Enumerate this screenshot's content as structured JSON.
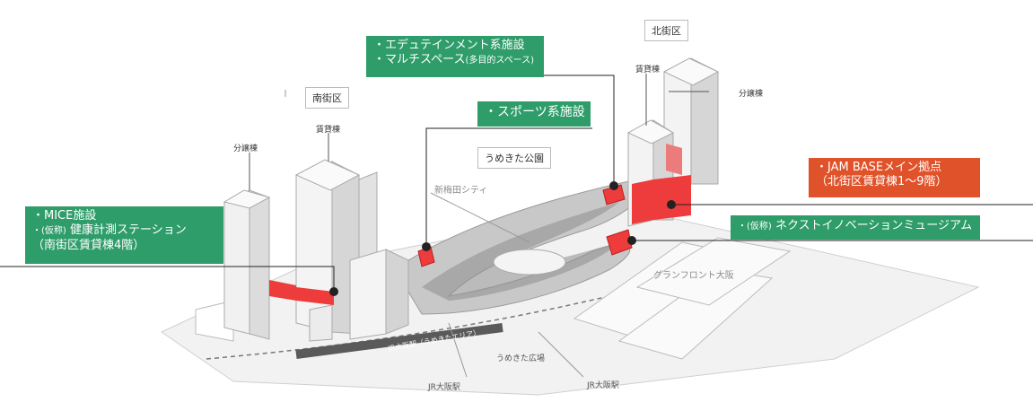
{
  "districts": {
    "north": "北街区",
    "south": "南街区",
    "park": "うめきた公園"
  },
  "building_labels": {
    "south_sale": "分譲棟",
    "south_rental": "賃貸棟",
    "north_rental": "賃貸棟",
    "north_sale": "分譲棟"
  },
  "place_labels": {
    "shin_umeda_city": "新梅田シティ",
    "grand_front": "グランフロント大阪",
    "umekita_plaza": "うめきた広場",
    "jr_osaka_1": "JR大阪駅",
    "jr_osaka_2": "JR大阪駅",
    "jr_umekita_area": "JR大阪駅（うめきたエリア）"
  },
  "callouts": {
    "edutainment": "・エデュテインメント系施設",
    "multispace_main": "・マルチスペース",
    "multispace_sub": "(多目的スペース)",
    "sports": "・スポーツ系施設",
    "jam_base_1": "・JAM BASEメイン拠点",
    "jam_base_2": "（北街区賃貸棟1〜9階）",
    "next_innovation_prefix": "・(仮称)",
    "next_innovation": "ネクストイノベーションミュージアム",
    "mice": "・MICE施設",
    "health_prefix": "・(仮称)",
    "health": "健康計測ステーション",
    "health_sub": "（南街区賃貸棟4階）"
  },
  "colors": {
    "green": "#2e9d6a",
    "orange_red": "#e0522a",
    "highlight_red": "#ee3b3b",
    "building_gray": "#e6e6e6",
    "park_path_gray": "#a9a9a9"
  }
}
